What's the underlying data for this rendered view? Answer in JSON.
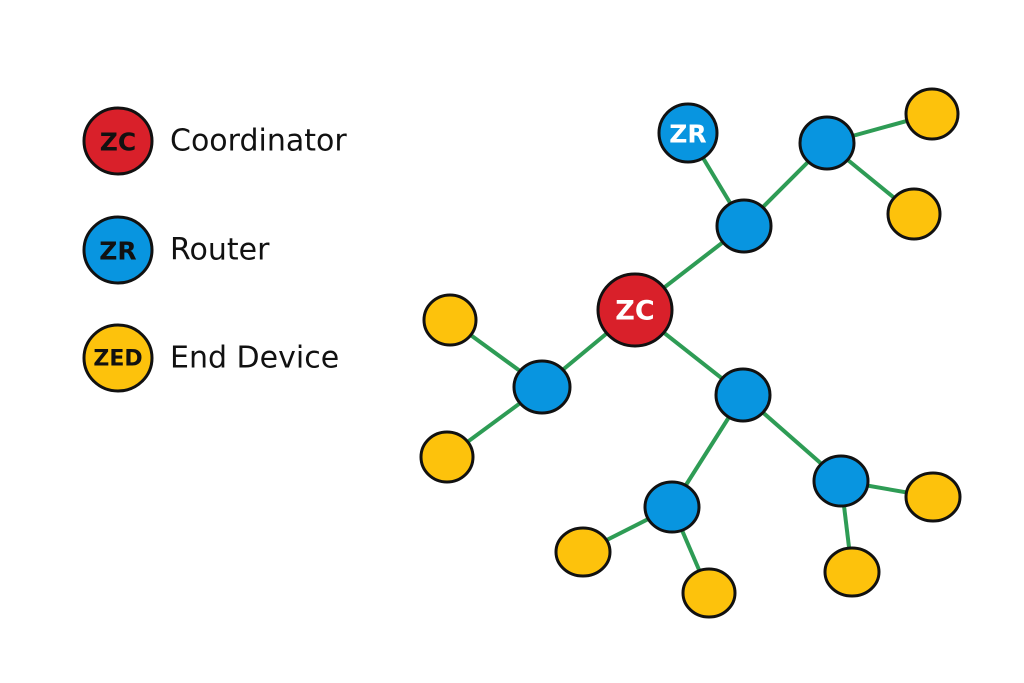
{
  "title": "Zigbee Network Topology",
  "colors": {
    "coordinator": "#d9202a",
    "router": "#0895e0",
    "end_device": "#fdc20c",
    "link": "#2e9c55",
    "outline": "#111111",
    "legend_text": "#111111"
  },
  "legend": [
    {
      "type": "coordinator",
      "abbr": "ZC",
      "label": "Coordinator"
    },
    {
      "type": "router",
      "abbr": "ZR",
      "label": "Router"
    },
    {
      "type": "end_device",
      "abbr": "ZED",
      "label": "End Device"
    }
  ],
  "nodes": [
    {
      "id": "zc",
      "type": "coordinator",
      "label": "ZC"
    },
    {
      "id": "r_zr",
      "type": "router",
      "label": "ZR"
    },
    {
      "id": "r_mid",
      "type": "router",
      "label": ""
    },
    {
      "id": "r_top",
      "type": "router",
      "label": ""
    },
    {
      "id": "e_top1",
      "type": "end_device",
      "label": ""
    },
    {
      "id": "e_top2",
      "type": "end_device",
      "label": ""
    },
    {
      "id": "r_left",
      "type": "router",
      "label": ""
    },
    {
      "id": "e_left1",
      "type": "end_device",
      "label": ""
    },
    {
      "id": "e_left2",
      "type": "end_device",
      "label": ""
    },
    {
      "id": "r_low",
      "type": "router",
      "label": ""
    },
    {
      "id": "r_bl",
      "type": "router",
      "label": ""
    },
    {
      "id": "r_br",
      "type": "router",
      "label": ""
    },
    {
      "id": "e_bl1",
      "type": "end_device",
      "label": ""
    },
    {
      "id": "e_bl2",
      "type": "end_device",
      "label": ""
    },
    {
      "id": "e_br1",
      "type": "end_device",
      "label": ""
    },
    {
      "id": "e_br2",
      "type": "end_device",
      "label": ""
    }
  ],
  "links": [
    [
      "zc",
      "r_mid"
    ],
    [
      "r_mid",
      "r_zr"
    ],
    [
      "r_mid",
      "r_top"
    ],
    [
      "r_top",
      "e_top1"
    ],
    [
      "r_top",
      "e_top2"
    ],
    [
      "zc",
      "r_left"
    ],
    [
      "r_left",
      "e_left1"
    ],
    [
      "r_left",
      "e_left2"
    ],
    [
      "zc",
      "r_low"
    ],
    [
      "r_low",
      "r_bl"
    ],
    [
      "r_low",
      "r_br"
    ],
    [
      "r_bl",
      "e_bl1"
    ],
    [
      "r_bl",
      "e_bl2"
    ],
    [
      "r_br",
      "e_br1"
    ],
    [
      "r_br",
      "e_br2"
    ]
  ]
}
